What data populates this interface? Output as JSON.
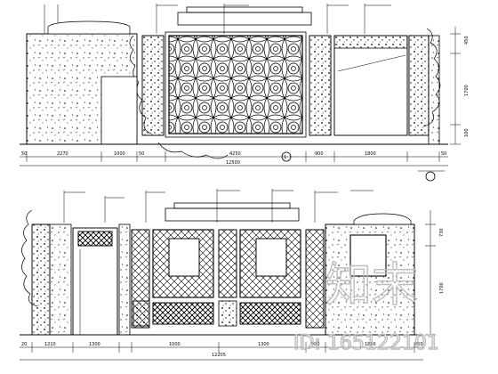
{
  "upper_elevation": {
    "dimensions": {
      "segments": [
        "2270",
        "1000",
        "4250",
        "900",
        "1800"
      ],
      "total": "12500",
      "left_edge": "50",
      "mid_edge": "50",
      "right_edge": "50"
    },
    "heights": {
      "top": "450",
      "middle": "1700",
      "bottom": "100"
    },
    "marker": "1"
  },
  "lower_elevation": {
    "dimensions": {
      "segments": [
        "1210",
        "1300",
        "1000",
        "1300",
        "900",
        "1800"
      ],
      "total": "12205",
      "left_edge": "20",
      "right_edge": "450"
    },
    "heights": {
      "top": "730",
      "middle": "1700"
    }
  },
  "watermark": {
    "logo_text": "知末",
    "id_text": "ID: 165122101"
  },
  "colors": {
    "line": "#000000",
    "watermark": "#bdbdbd",
    "background": "#ffffff"
  }
}
